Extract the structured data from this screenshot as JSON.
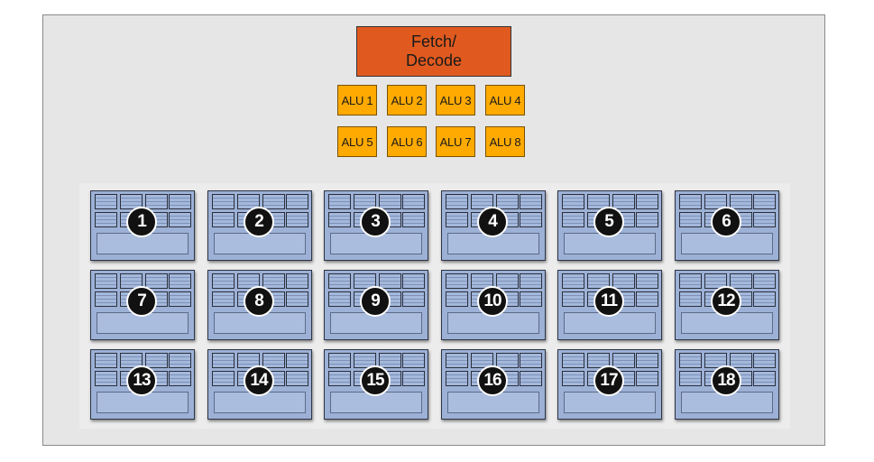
{
  "fetch_decode": {
    "label": "Fetch/\nDecode",
    "color": "#e05a1f"
  },
  "alus": {
    "color": "#ffaa00",
    "items": [
      "ALU 1",
      "ALU 2",
      "ALU 3",
      "ALU 4",
      "ALU 5",
      "ALU 6",
      "ALU 7",
      "ALU 8"
    ]
  },
  "contexts": {
    "color": "#9db1d6",
    "items": [
      "1",
      "2",
      "3",
      "4",
      "5",
      "6",
      "7",
      "8",
      "9",
      "10",
      "11",
      "12",
      "13",
      "14",
      "15",
      "16",
      "17",
      "18"
    ]
  }
}
